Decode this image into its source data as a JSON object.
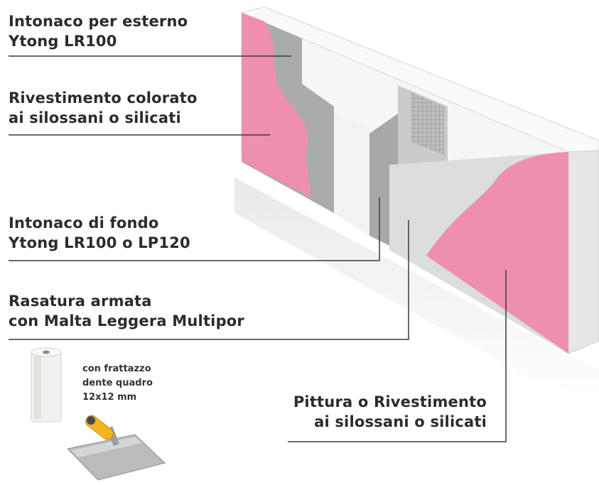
{
  "labels": {
    "l1": [
      "Intonaco per esterno",
      "Ytong LR100"
    ],
    "l2": [
      "Rivestimento colorato",
      "ai silossani o silicati"
    ],
    "l3": [
      "Intonaco di fondo",
      "Ytong LR100 o LP120"
    ],
    "l4": [
      "Rasatura armata",
      "con Malta Leggera Multipor"
    ],
    "l5": [
      "Pittura o Rivestimento",
      "ai silossani o silicati"
    ]
  },
  "tool_note": [
    "con frattazzo",
    "dente quadro",
    "12x12 mm"
  ],
  "colors": {
    "text": "#2b2b2b",
    "pink": "#ef8fae",
    "block": "#f4f4f4",
    "grey_plaster": "#a9abad",
    "light_grey": "#d7d8d9",
    "leader": "#3a3a3a",
    "trowel_handle": "#f2b51f"
  },
  "icons": [
    "mesh-roll-icon",
    "trowel-icon"
  ]
}
